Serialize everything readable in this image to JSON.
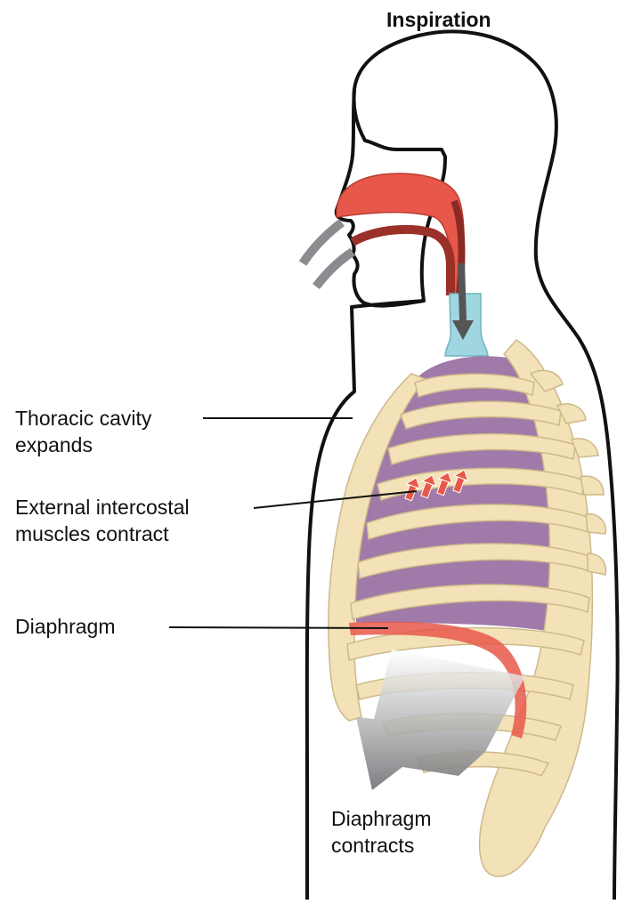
{
  "title": "Inspiration",
  "labels": {
    "thoracic_line1": "Thoracic cavity",
    "thoracic_line2": "expands",
    "intercostal_line1": "External intercostal",
    "intercostal_line2": "muscles  contract",
    "diaphragm": "Diaphragm",
    "diaphragm_contracts_line1": "Diaphragm",
    "diaphragm_contracts_line2": "contracts"
  },
  "colors": {
    "outline": "#111111",
    "airway": "#e8584a",
    "airway_dark": "#8a2a24",
    "trachea": "#9fd6e0",
    "lung": "#a07aa8",
    "bone": "#f3e2b8",
    "bone_stroke": "#cdb98a",
    "diaphragm": "#e8584a",
    "arrow_gray": "#7b7d80"
  }
}
